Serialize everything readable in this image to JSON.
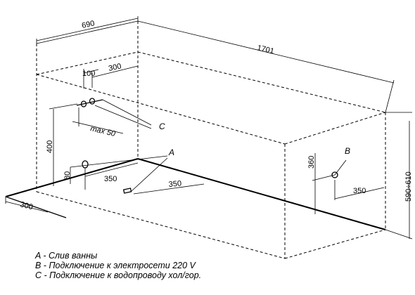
{
  "dimensions": {
    "width": "690",
    "length": "1701",
    "height": "590÷610",
    "outlet_offset_100": "100",
    "outlet_offset_300": "300",
    "max_label": "max 50",
    "height_400": "400",
    "height_80": "80",
    "drain_350": "350",
    "drain_front_350": "350",
    "side_300": "300",
    "elec_height_360": "360",
    "elec_350": "350"
  },
  "markers": {
    "a": "A",
    "b": "B",
    "c": "C"
  },
  "legend": [
    "A - Слив ванны",
    "B - Подключение к электросети 220 V",
    "C - Подключение к водопроводу хол/гор."
  ]
}
